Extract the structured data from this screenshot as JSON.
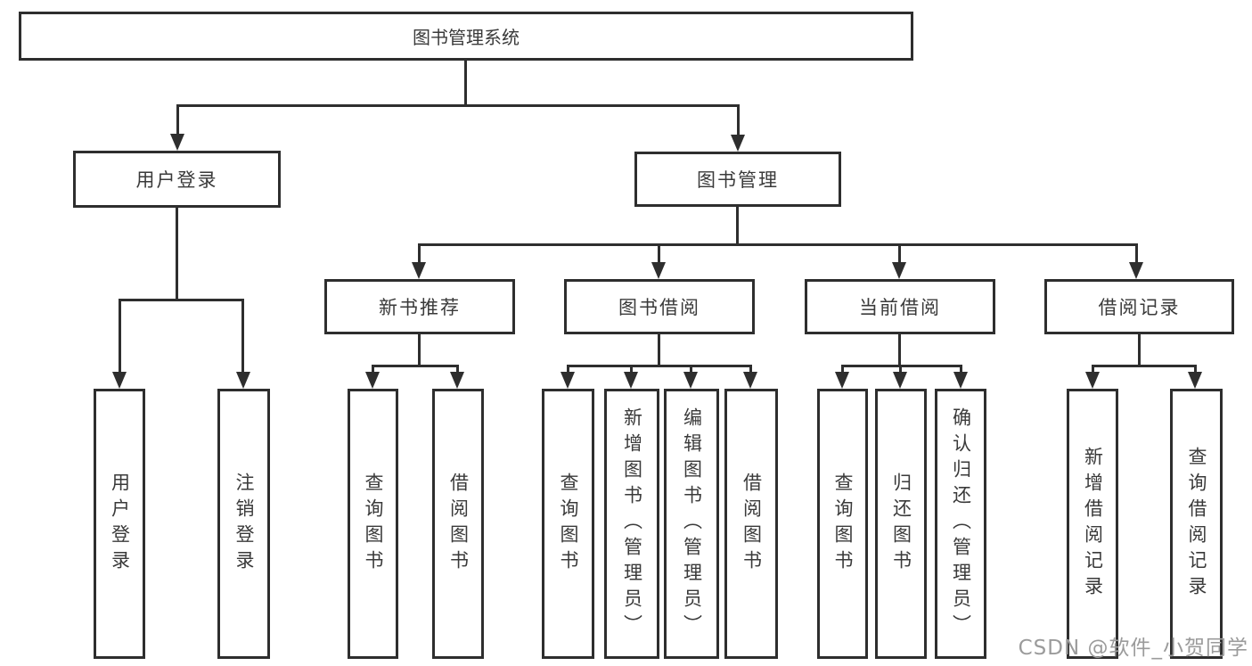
{
  "tree": {
    "root": {
      "label": "图书管理系统"
    },
    "branches": [
      {
        "label": "用户登录",
        "children": [
          {
            "label": "用户登录"
          },
          {
            "label": "注销登录"
          }
        ]
      },
      {
        "label": "图书管理",
        "children": [
          {
            "label": "新书推荐",
            "children": [
              {
                "label": "查询图书"
              },
              {
                "label": "借阅图书"
              }
            ]
          },
          {
            "label": "图书借阅",
            "children": [
              {
                "label": "查询图书"
              },
              {
                "label": "新增图书（管理员）"
              },
              {
                "label": "编辑图书（管理员）"
              },
              {
                "label": "借阅图书"
              }
            ]
          },
          {
            "label": "当前借阅",
            "children": [
              {
                "label": "查询图书"
              },
              {
                "label": "归还图书"
              },
              {
                "label": "确认归还（管理员）"
              }
            ]
          },
          {
            "label": "借阅记录",
            "children": [
              {
                "label": "新增借阅记录"
              },
              {
                "label": "查询借阅记录"
              }
            ]
          }
        ]
      }
    ]
  },
  "watermark": "CSDN @软件_小贺同学",
  "colors": {
    "line": "#2e2e2e",
    "text": "#3a3a3a",
    "wm": "#9b9b9b",
    "bg": "#ffffff"
  }
}
